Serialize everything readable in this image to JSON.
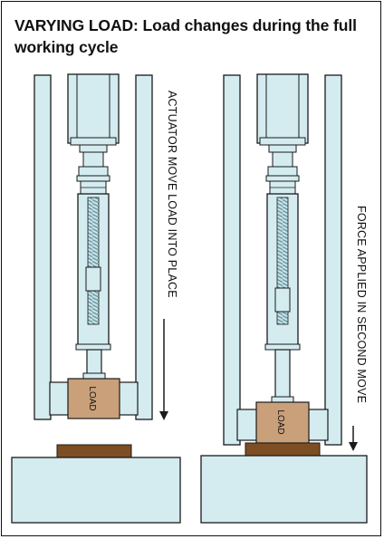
{
  "title": "VARYING LOAD: Load changes during the full working cycle",
  "left_panel": {
    "caption": "ACTUATOR MOVE LOAD INTO PLACE",
    "load_label": "LOAD"
  },
  "right_panel": {
    "caption": "FORCE APPLIED IN SECOND MOVE",
    "load_label": "LOAD"
  },
  "colors": {
    "light_blue": "#d4ecf0",
    "load_tan": "#c9a07a",
    "plate_brown": "#7d4e24",
    "outline": "#1a1a1a",
    "screw_dark": "#5f8a96"
  }
}
